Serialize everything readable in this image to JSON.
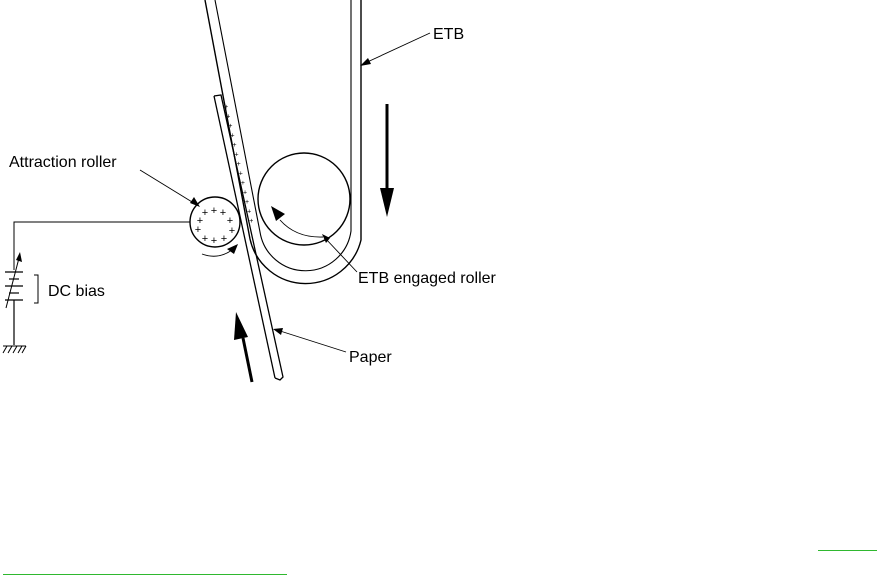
{
  "labels": {
    "etb": "ETB",
    "attraction_roller": "Attraction roller",
    "dc_bias": "DC bias",
    "etb_engaged_roller": "ETB engaged roller",
    "paper": "Paper"
  },
  "roller_charge_symbol": "+",
  "colors": {
    "line": "#000000",
    "link_underline": "#2fb82f"
  }
}
